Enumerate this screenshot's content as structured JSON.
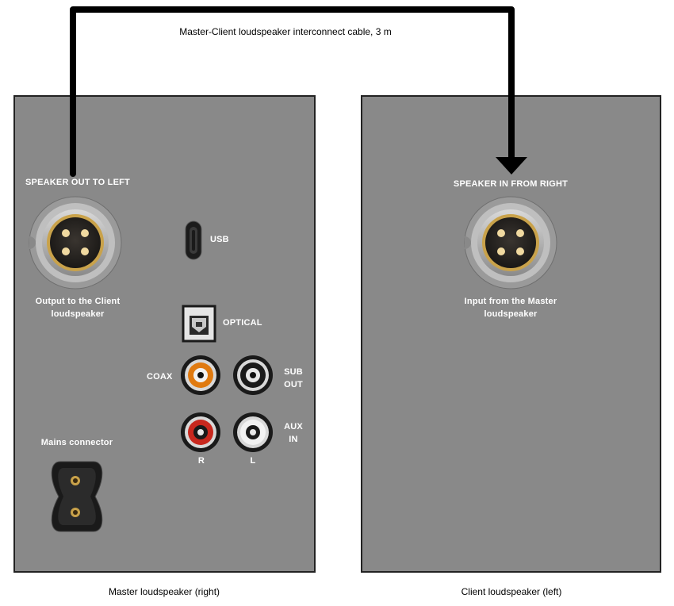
{
  "cable": {
    "label": "Master-Client loudspeaker interconnect cable, 3 m"
  },
  "master": {
    "caption": "Master loudspeaker (right)",
    "speaker_out_label": "SPEAKER OUT TO LEFT",
    "speaker_out_desc_line1": "Output to the Client",
    "speaker_out_desc_line2": "loudspeaker",
    "usb_label": "USB",
    "optical_label": "OPTICAL",
    "coax_label": "COAX",
    "sub_out_line1": "SUB",
    "sub_out_line2": "OUT",
    "aux_in_line1": "AUX",
    "aux_in_line2": "IN",
    "r_label": "R",
    "l_label": "L",
    "mains_label": "Mains connector"
  },
  "client": {
    "caption": "Client loudspeaker (left)",
    "speaker_in_label": "SPEAKER IN FROM RIGHT",
    "speaker_in_desc_line1": "Input from the Master",
    "speaker_in_desc_line2": "loudspeaker"
  },
  "colors": {
    "panel": "#898989",
    "cable": "#000000",
    "coax_ring": "#e07a10",
    "r_ring": "#c8281e",
    "l_ring": "#f2f2f2",
    "sub_ring": "#1a1a1a"
  }
}
